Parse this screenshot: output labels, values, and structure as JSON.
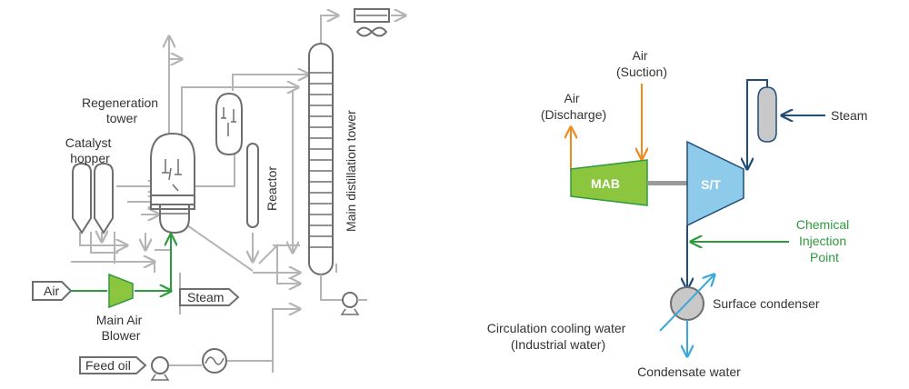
{
  "left_diagram": {
    "regeneration_tower": [
      "Regeneration",
      "tower"
    ],
    "catalyst_hopper": [
      "Catalyst",
      "hopper"
    ],
    "reactor": "Reactor",
    "main_distillation_tower": "Main distillation tower",
    "air_input": "Air",
    "main_air_blower": [
      "Main Air",
      "Blower"
    ],
    "steam_output": "Steam",
    "feed_oil": "Feed oil"
  },
  "right_diagram": {
    "air_suction": [
      "Air",
      "(Suction)"
    ],
    "air_discharge": [
      "Air",
      "(Discharge)"
    ],
    "mab": "MAB",
    "st": "S/T",
    "steam": "Steam",
    "chemical_injection_point": [
      "Chemical",
      "Injection",
      "Point"
    ],
    "surface_condenser": "Surface condenser",
    "circulation_cooling_water": [
      "Circulation cooling water",
      "(Industrial water)"
    ],
    "condensate_water": "Condensate water"
  },
  "colors": {
    "pipe_gray": "#b4b4b4",
    "equipment_outline": "#6e6e6e",
    "blower_green": "#8cc63f",
    "air_line_green": "#2e9a3e",
    "turbine_blue": "#8ecbea",
    "steam_blue": "#1f4e79",
    "cooling_water_blue": "#3aa8d8",
    "air_orange": "#f08a1c",
    "injection_green": "#2e9a3e"
  }
}
